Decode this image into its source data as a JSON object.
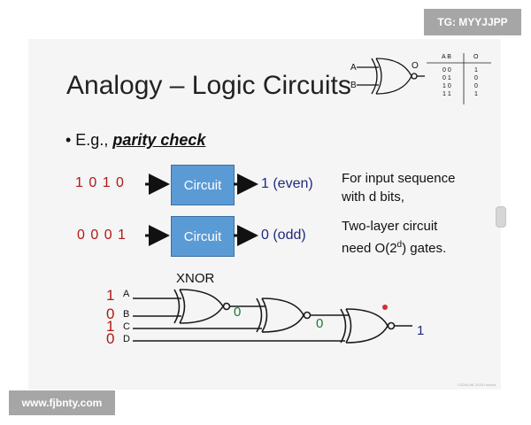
{
  "corner_label": "TG: MYYJJPP",
  "slide": {
    "title": "Analogy – Logic Circuits",
    "bullet": {
      "prefix": "• E.g.,",
      "emphasis": "parity check"
    },
    "rows": [
      {
        "input": "1 0 1 0",
        "box": "Circuit",
        "output": "1 (even)"
      },
      {
        "input": "0 0 0 1",
        "box": "Circuit",
        "output": "0 (odd)"
      }
    ],
    "description": {
      "line1": "For input sequence",
      "line2": "with d bits,",
      "line3": "Two-layer circuit",
      "line4_prefix": "need O(2",
      "line4_sup": "d",
      "line4_suffix": ") gates."
    },
    "truth_table": {
      "header_inputs": "A B",
      "header_output": "O",
      "rows": [
        {
          "inputs": "0 0",
          "output": "1"
        },
        {
          "inputs": "0 1",
          "output": "0"
        },
        {
          "inputs": "1 0",
          "output": "0"
        },
        {
          "inputs": "1 1",
          "output": "1"
        }
      ],
      "gate_input_a": "A",
      "gate_input_b": "B",
      "gate_output": "O"
    },
    "circuit": {
      "gate_label": "XNOR",
      "inputs": [
        {
          "value": "1",
          "name": "A"
        },
        {
          "value": "0",
          "name": "B"
        },
        {
          "value": "1",
          "name": "C"
        },
        {
          "value": "0",
          "name": "D"
        }
      ],
      "intermediate_1": "0",
      "intermediate_2": "0",
      "final_output": "1"
    },
    "footnote": "CS294-ML 2020 Lecture"
  },
  "watermark": "www.fjbnty.com",
  "colors": {
    "box_fill": "#5b9bd5",
    "input_red": "#b01818",
    "output_navy": "#1f2a7a",
    "intermediate_green": "#1a7a3a",
    "wire_dark": "#1a1a1a"
  }
}
